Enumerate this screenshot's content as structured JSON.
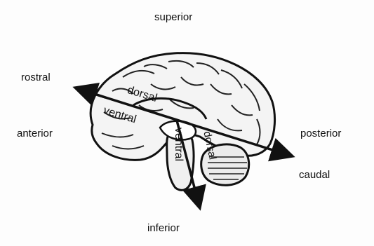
{
  "labels": {
    "superior": "superior",
    "inferior": "inferior",
    "rostral": "rostral",
    "anterior": "anterior",
    "posterior": "posterior",
    "caudal": "caudal",
    "dorsal_cerebrum": "dorsal",
    "ventral_cerebrum": "ventral",
    "ventral_brainstem": "ventral",
    "dorsal_brainstem": "dorsal"
  }
}
